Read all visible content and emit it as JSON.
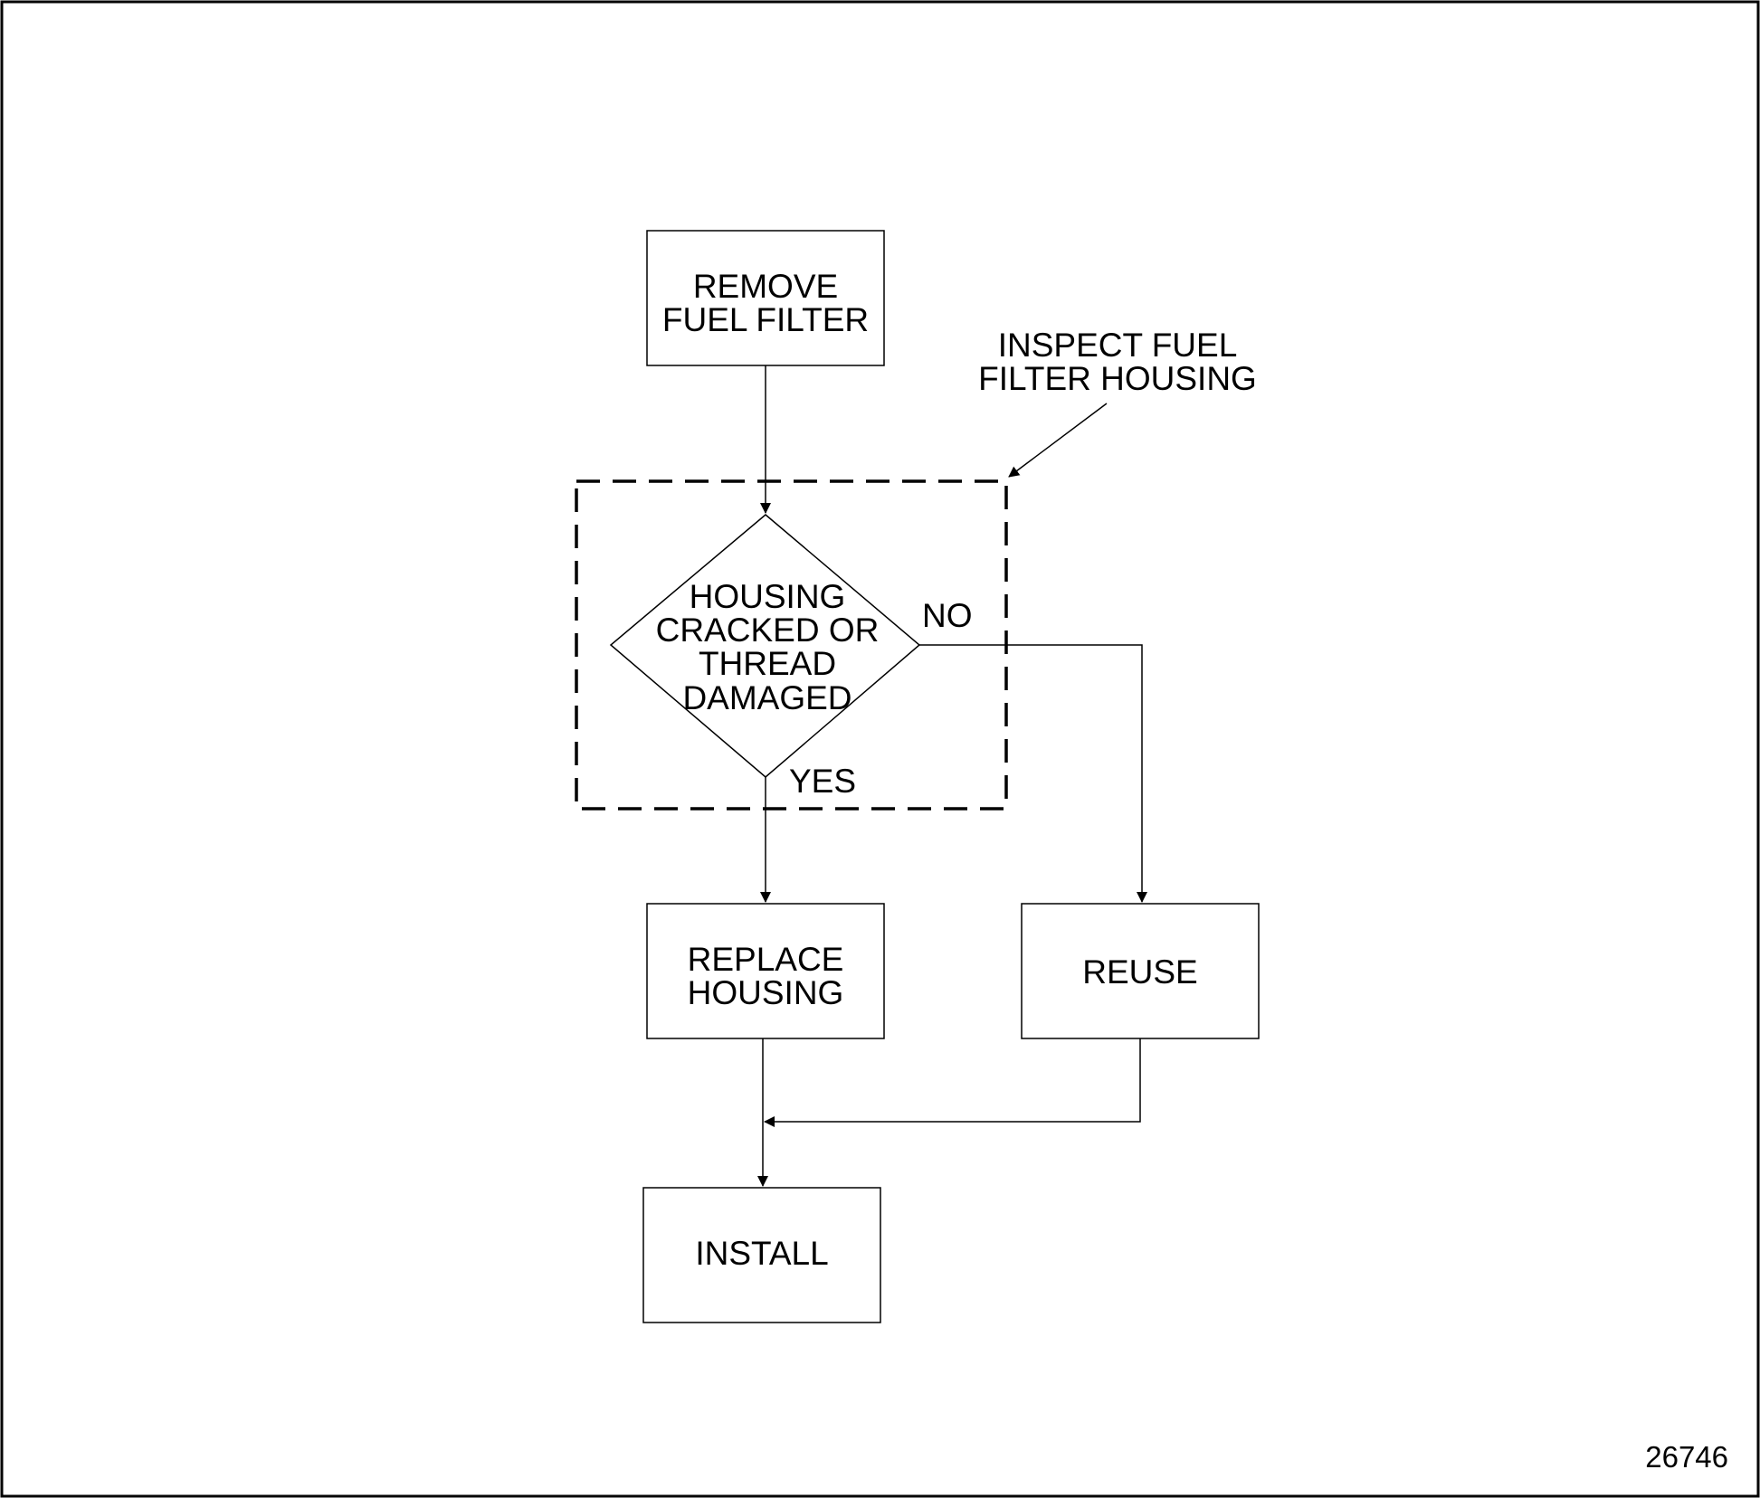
{
  "diagram": {
    "steps": {
      "remove": {
        "line1": "REMOVE",
        "line2": "FUEL FILTER"
      },
      "decision": {
        "line1": "HOUSING",
        "line2": "CRACKED OR",
        "line3": "THREAD",
        "line4": "DAMAGED"
      },
      "replace": {
        "line1": "REPLACE",
        "line2": "HOUSING"
      },
      "reuse": {
        "label": "REUSE"
      },
      "install": {
        "label": "INSTALL"
      }
    },
    "branches": {
      "yes": "YES",
      "no": "NO"
    },
    "callout": {
      "line1": "INSPECT FUEL",
      "line2": "FILTER HOUSING"
    },
    "figure_number": "26746"
  }
}
